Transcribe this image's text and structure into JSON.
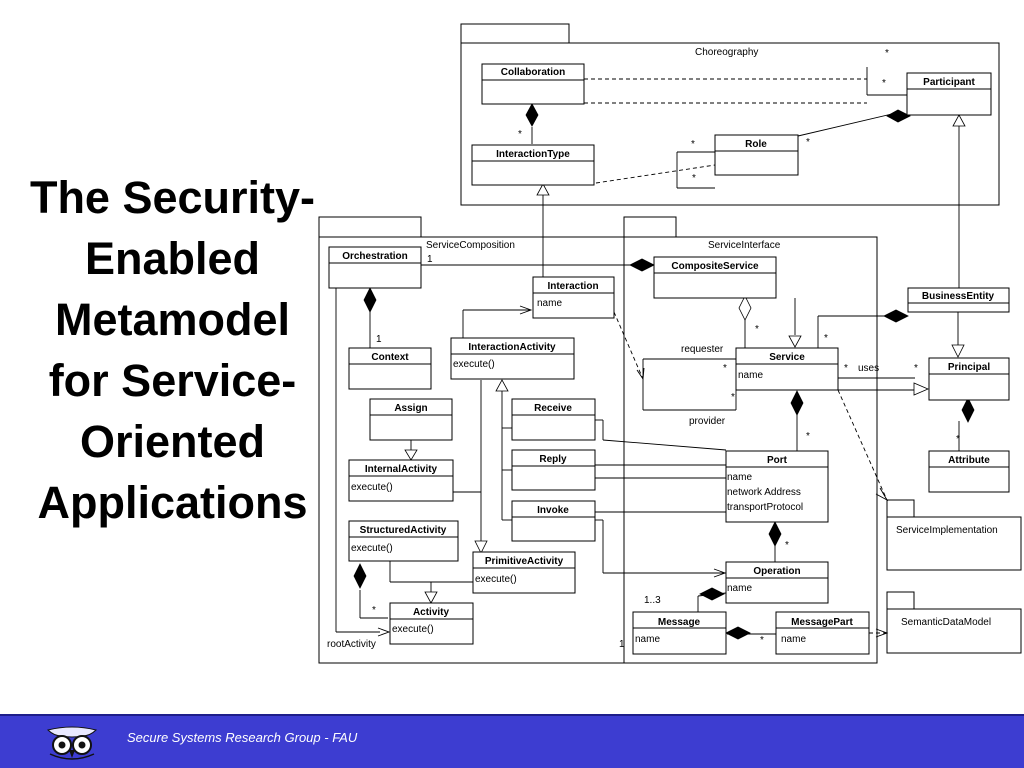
{
  "slide": {
    "title": "The Security-\nEnabled\nMetamodel\nfor Service-\nOriented\nApplications"
  },
  "footer": {
    "text": "Secure Systems Research Group - FAU"
  },
  "packages": {
    "choreography": "Choreography",
    "service_composition": "ServiceComposition",
    "service_interface": "ServiceInterface",
    "service_implementation": "ServiceImplementation",
    "semantic_data_model": "SemanticDataModel"
  },
  "classes": {
    "collaboration": {
      "name": "Collaboration"
    },
    "participant": {
      "name": "Participant"
    },
    "interaction_type": {
      "name": "InteractionType"
    },
    "role": {
      "name": "Role"
    },
    "orchestration": {
      "name": "Orchestration"
    },
    "interaction": {
      "name": "Interaction",
      "attrs": "name"
    },
    "composite_service": {
      "name": "CompositeService"
    },
    "business_entity": {
      "name": "BusinessEntity"
    },
    "context": {
      "name": "Context"
    },
    "interaction_activity": {
      "name": "InteractionActivity",
      "attrs": "execute()"
    },
    "service": {
      "name": "Service",
      "attrs": "name"
    },
    "principal": {
      "name": "Principal"
    },
    "assign": {
      "name": "Assign"
    },
    "receive": {
      "name": "Receive"
    },
    "reply": {
      "name": "Reply"
    },
    "invoke": {
      "name": "Invoke"
    },
    "internal_activity": {
      "name": "InternalActivity",
      "attrs": "execute()"
    },
    "structured_activity": {
      "name": "StructuredActivity",
      "attrs": "execute()"
    },
    "primitive_activity": {
      "name": "PrimitiveActivity",
      "attrs": "execute()"
    },
    "activity": {
      "name": "Activity",
      "attrs": "execute()"
    },
    "port": {
      "name": "Port",
      "attrs": [
        "name",
        "network Address",
        "transportProtocol"
      ]
    },
    "attribute": {
      "name": "Attribute"
    },
    "operation": {
      "name": "Operation",
      "attrs": "name"
    },
    "message": {
      "name": "Message",
      "attrs": "name"
    },
    "message_part": {
      "name": "MessagePart",
      "attrs": "name"
    }
  },
  "labels": {
    "star": "*",
    "one": "1",
    "one_to_three": "1..3",
    "requester": "requester",
    "provider": "provider",
    "uses": "uses",
    "root_activity": "rootActivity"
  }
}
